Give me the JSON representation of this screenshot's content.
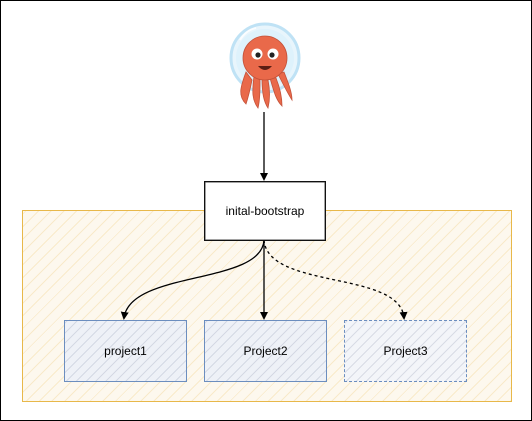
{
  "diagram": {
    "root_node": {
      "label": "inital-bootstrap"
    },
    "projects": [
      {
        "label": "project1",
        "style": "solid"
      },
      {
        "label": "Project2",
        "style": "solid"
      },
      {
        "label": "Project3",
        "style": "dashed"
      }
    ],
    "mascot": {
      "icon": "argo-octopus-icon"
    },
    "colors": {
      "group_border": "#e8b84a",
      "group_fill": "#fdf8ee",
      "project_border": "#6c8ebf",
      "octopus": "#e9694a",
      "helmet": "#bfe2f5"
    }
  }
}
